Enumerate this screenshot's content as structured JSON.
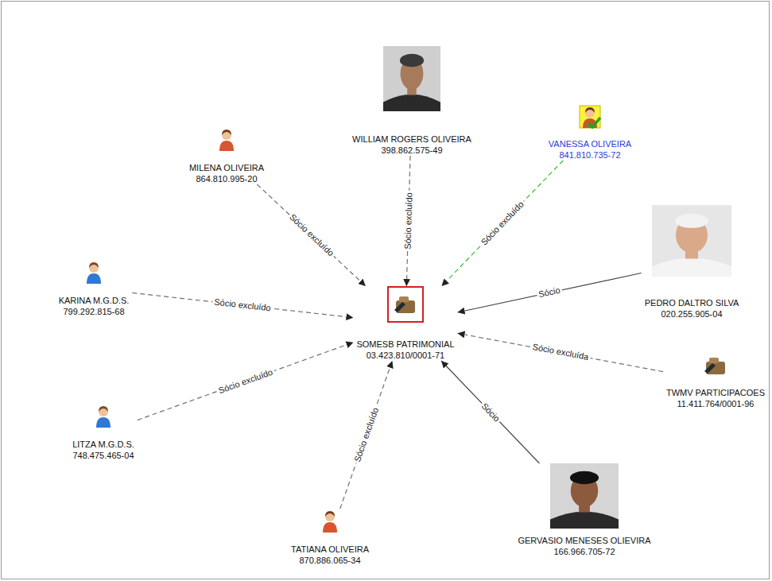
{
  "diagram": {
    "nodes": [
      {
        "text": [
          "WILLIAM ROGERS OLIVEIRA",
          "398.862.575-49"
        ]
      },
      {
        "text": [
          "MILENA OLIVEIRA",
          "864.810.995-20"
        ]
      },
      {
        "text": [
          "VANESSA OLIVEIRA",
          "841.810.735-72"
        ]
      },
      {
        "text": [
          "PEDRO DALTRO SILVA",
          "020.255.905-04"
        ]
      },
      {
        "text": [
          "KARINA M.G.D.S.",
          "799.292.815-68"
        ]
      },
      {
        "text": [
          "SOMESB PATRIMONIAL",
          "03.423.810/0001-71"
        ]
      },
      {
        "text": [
          "TWMV PARTICIPACOES",
          "11.411.764/0001-96"
        ]
      },
      {
        "text": [
          "LITZA M.G.D.S.",
          "748.475.465-04"
        ]
      },
      {
        "text": [
          "GERVASIO MENESES OLIEVIRA",
          "166.966.705-72"
        ]
      },
      {
        "text": [
          "TATIANA OLIVEIRA",
          "870.886.065-34"
        ]
      }
    ],
    "edges": [
      {
        "from": 0,
        "to": 5,
        "arrow": "to",
        "label": "Sócio excluído"
      },
      {
        "from": 1,
        "to": 5,
        "arrow": "to",
        "label": "Sócio excluído"
      },
      {
        "from": 2,
        "to": 5,
        "arrow": "to",
        "label": "Sócio excluído"
      },
      {
        "from": 3,
        "to": 5,
        "arrow": "to",
        "label": "Sócio"
      },
      {
        "from": 4,
        "to": 5,
        "arrow": "to",
        "label": "Sócio excluído"
      },
      {
        "from": 6,
        "to": 5,
        "arrow": "to",
        "label": "Sócio excluída"
      },
      {
        "from": 7,
        "to": 5,
        "arrow": "to",
        "label": "Sócio excluído"
      },
      {
        "from": 8,
        "to": 5,
        "arrow": "to",
        "label": "Sócio"
      },
      {
        "from": 9,
        "to": 5,
        "arrow": "to",
        "label": "Sócio excluído"
      }
    ]
  }
}
